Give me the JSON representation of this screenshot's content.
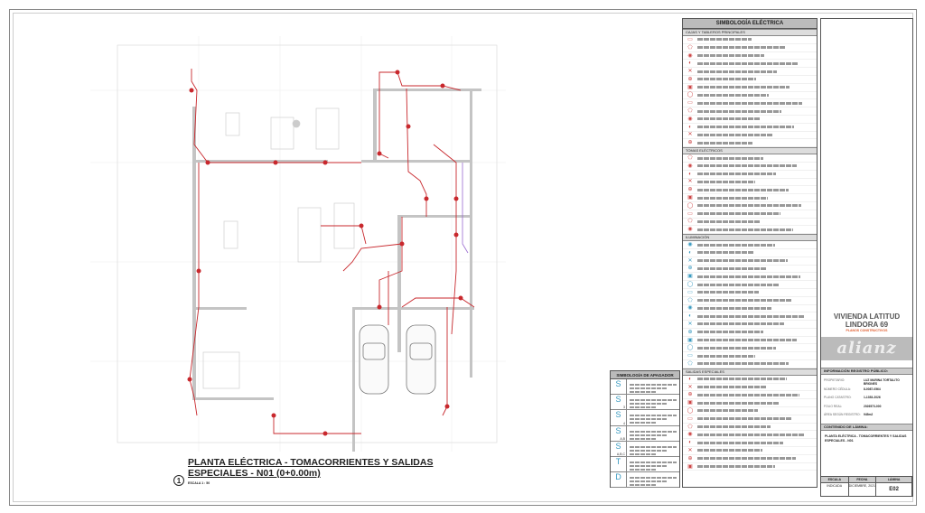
{
  "drawing": {
    "title_line1": "PLANTA ELÉCTRICA - TOMACORRIENTES Y SALIDAS",
    "title_line2": "ESPECIALES - N01 (0+0.00m)",
    "view_number": "1",
    "scale": "ESCALA 1 : 50"
  },
  "legend": {
    "title": "SIMBOLOGÍA ELÉCTRICA",
    "sections": [
      {
        "name": "CAJAS Y TABLEROS PRINCIPALES",
        "rows": 14
      },
      {
        "name": "TOMAS ELÉCTRICOS",
        "rows": 10
      },
      {
        "name": "ILUMINACIÓN",
        "rows": 16
      },
      {
        "name": "SALIDAS ESPECIALES",
        "rows": 12
      }
    ]
  },
  "switch_legend": {
    "title": "SIMBOLOGÍA DE APAGADOR",
    "items": [
      {
        "symbol": "S",
        "sub": ""
      },
      {
        "symbol": "S",
        "sub": "3"
      },
      {
        "symbol": "S",
        "sub": "4"
      },
      {
        "symbol": "S",
        "sub": "A,B"
      },
      {
        "symbol": "S",
        "sub": "A,B,C"
      },
      {
        "symbol": "T",
        "sub": ""
      },
      {
        "symbol": "D",
        "sub": ""
      }
    ]
  },
  "title_block": {
    "project_line1": "VIVIENDA LATITUD",
    "project_line2": "LINDORA 69",
    "subtitle": "PLANOS CONSTRUCTIVOS",
    "logo": "alianz",
    "registry_header": "INFORMACIÓN REGISTRO PÚBLICO:",
    "fields": [
      {
        "label": "PROPIETARIO:",
        "value": "LUZ MARINA TORTALITO BRIONES"
      },
      {
        "label": "NÚMERO CÉDULA:",
        "value": "8-0087-0564"
      },
      {
        "label": "PLANO CATASTRO:",
        "value": "1-1353-2026"
      },
      {
        "label": "FOLIO REAL:",
        "value": "2026573-000"
      },
      {
        "label": "ÁREA SEGÚN REGISTRO:",
        "value": "945m2"
      }
    ],
    "content_header": "CONTENIDO DE LÁMINA:",
    "content": "PLANTA ELÉCTRICA - TOMACORRIENTES Y SALIDAS ESPECIALES - N01",
    "footer": {
      "scale_label": "ESCALA",
      "date_label": "FECHA",
      "sheet_label": "LÁMINA",
      "scale": "INDICADA",
      "date": "DICIEMBRE, 2021",
      "sheet": "E02"
    }
  },
  "colors": {
    "circuit": "#c8282d",
    "wall": "#bdbdbd",
    "symbol": "#3a9ac0",
    "accent": "#e05a2a"
  }
}
